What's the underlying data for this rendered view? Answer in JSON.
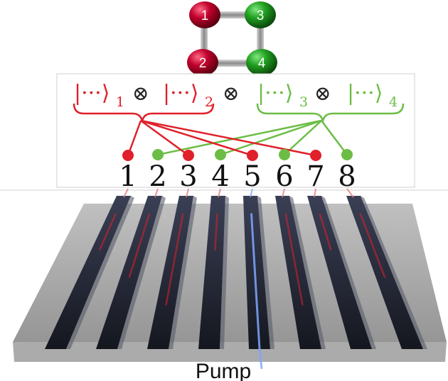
{
  "molecule": {
    "atoms": [
      {
        "label": "1",
        "color": "#b0002a"
      },
      {
        "label": "3",
        "color": "#1f9a1f"
      },
      {
        "label": "2",
        "color": "#b0002a"
      },
      {
        "label": "4",
        "color": "#1f9a1f"
      }
    ]
  },
  "state": {
    "ket": "|···⟩",
    "otimes": "⊗",
    "subscripts": [
      "1",
      "2",
      "3",
      "4"
    ],
    "group_colors": [
      "#e0202a",
      "#6cbd45"
    ]
  },
  "ports": [
    {
      "label": "1",
      "group": 0
    },
    {
      "label": "2",
      "group": 1
    },
    {
      "label": "3",
      "group": 0
    },
    {
      "label": "4",
      "group": 1
    },
    {
      "label": "5",
      "group": 0
    },
    {
      "label": "6",
      "group": 1
    },
    {
      "label": "7",
      "group": 0
    },
    {
      "label": "8",
      "group": 1
    }
  ],
  "pump_label": "Pump",
  "colors": {
    "red": "#e0202a",
    "green": "#6cbd45",
    "chip": "#8e8e8e",
    "waveguide": "#1b1e2c",
    "pump": "#7fa6ff"
  }
}
